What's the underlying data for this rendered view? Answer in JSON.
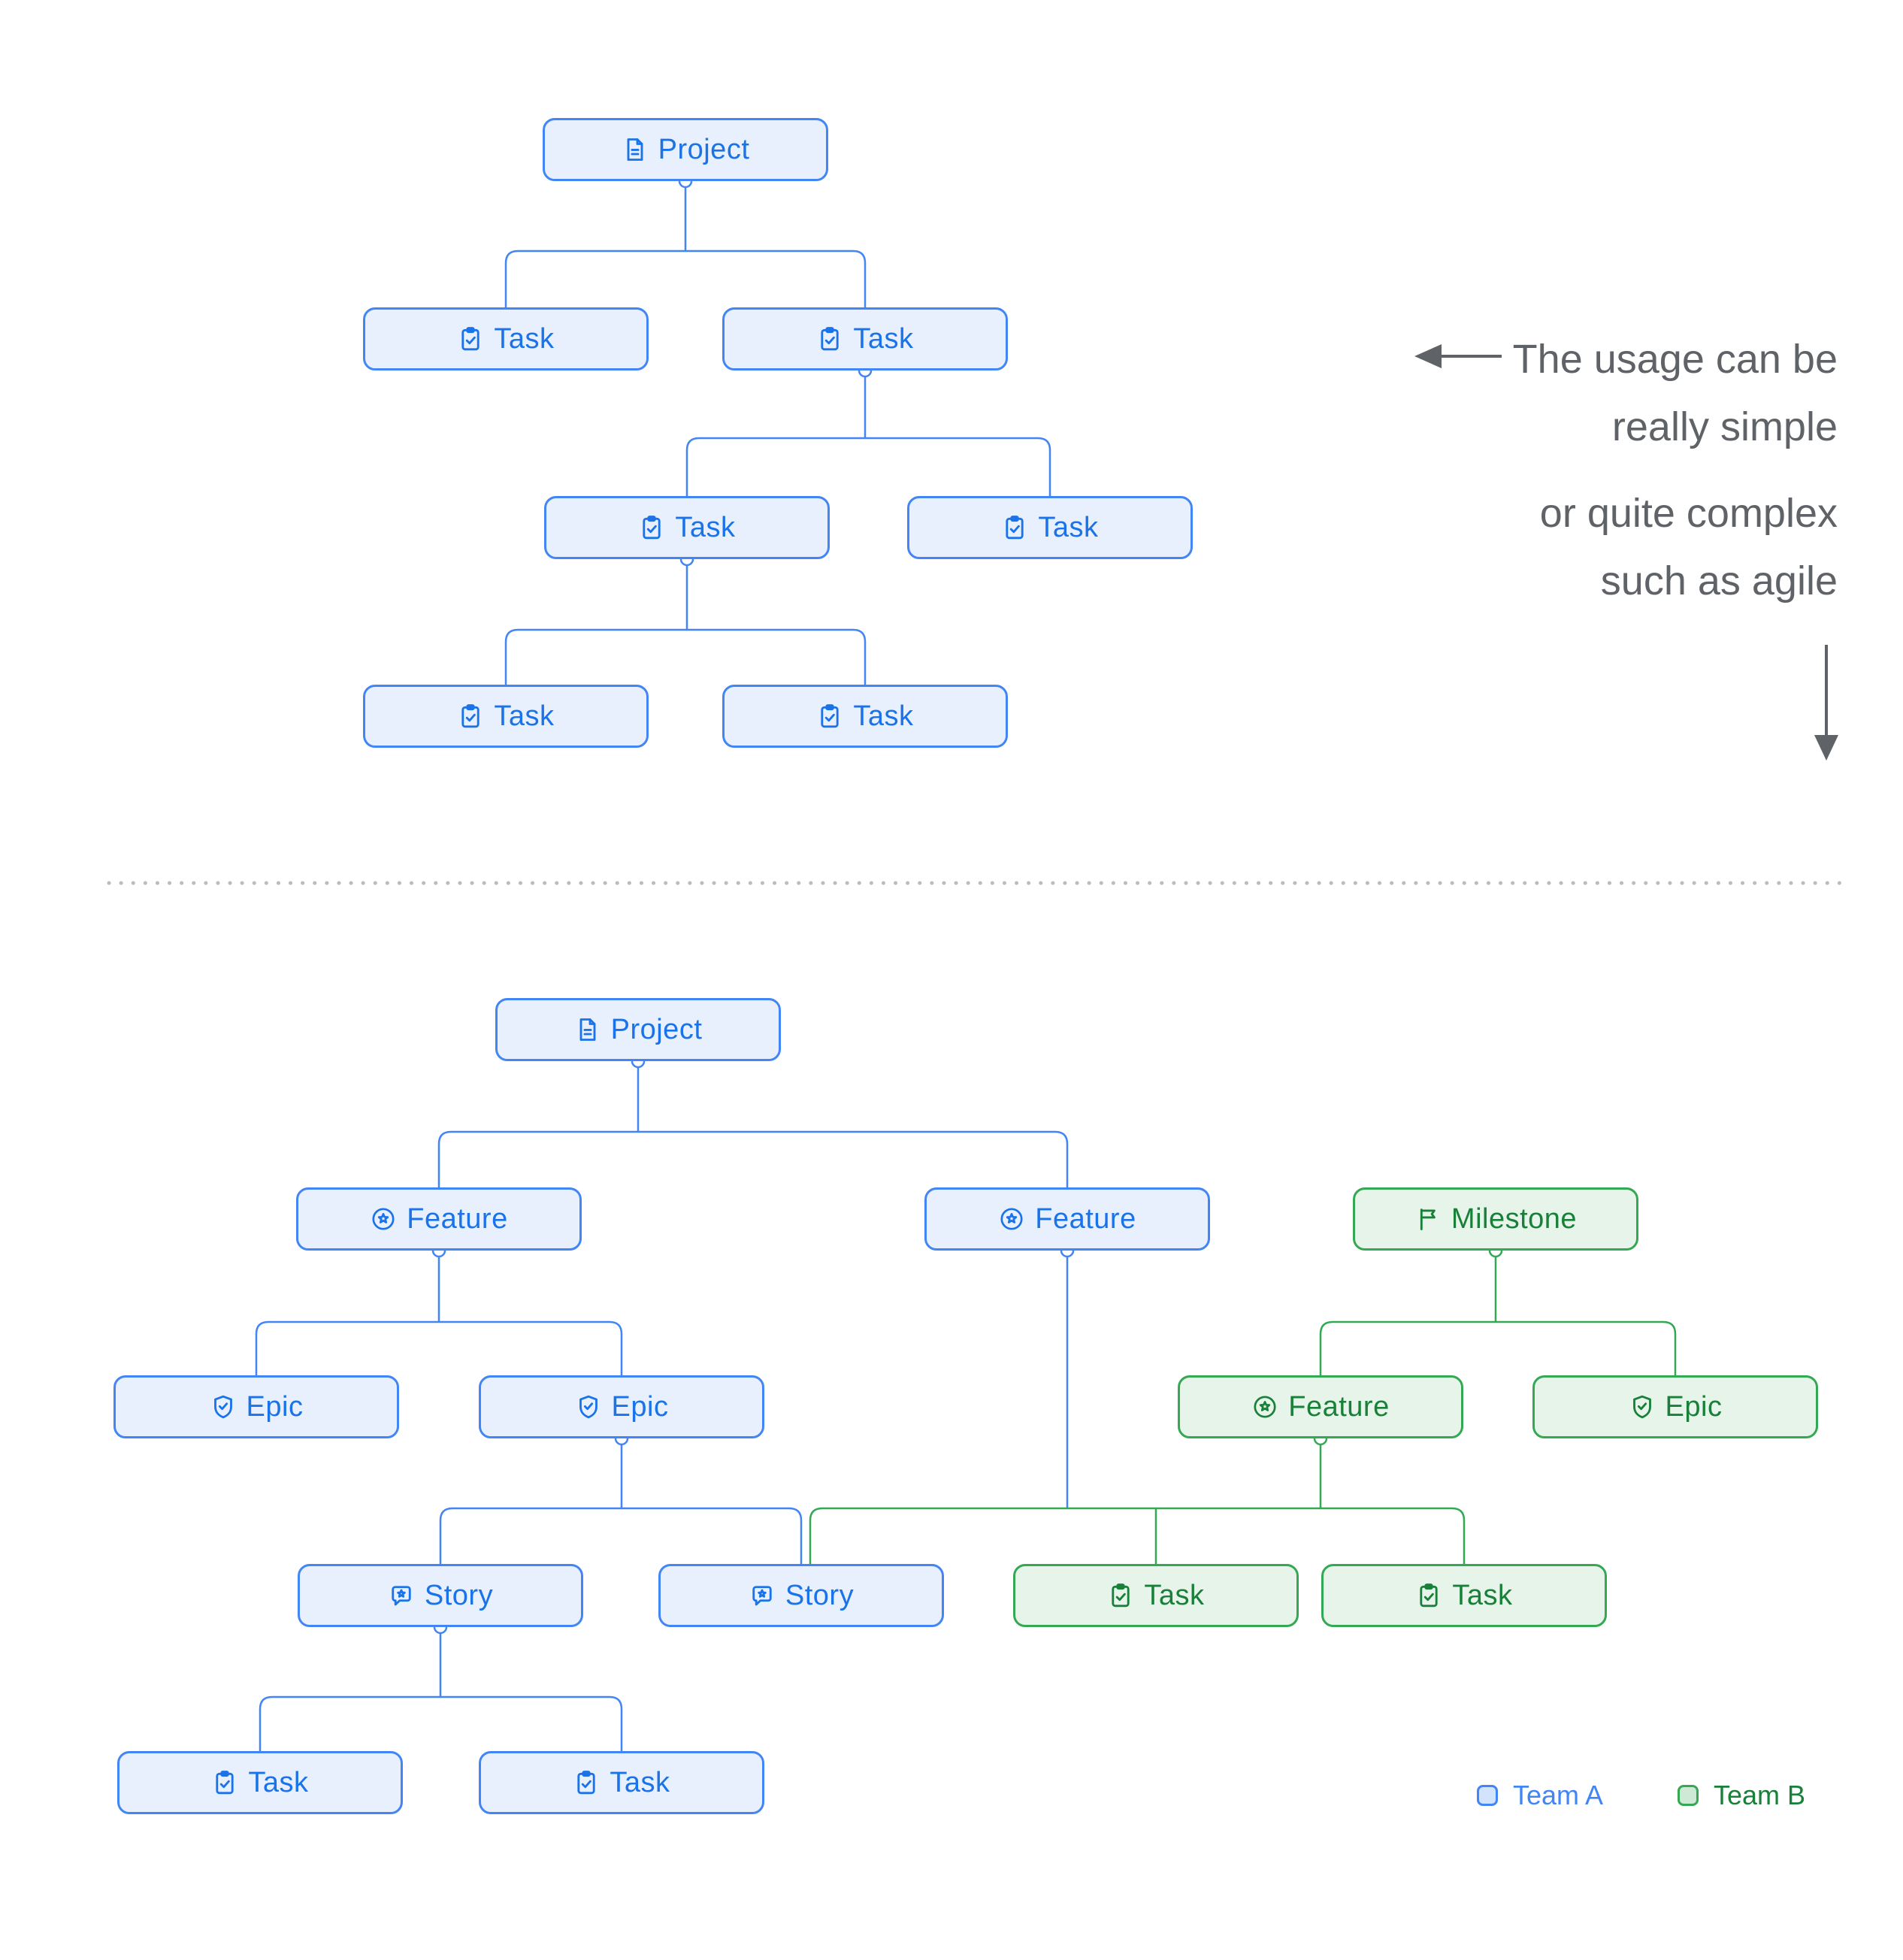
{
  "labels": {
    "project": "Project",
    "task": "Task",
    "feature": "Feature",
    "epic": "Epic",
    "story": "Story",
    "milestone": "Milestone"
  },
  "annotation": {
    "line1": "The usage can be",
    "line2": "really simple",
    "line3": "or quite complex",
    "line4": "such as agile"
  },
  "legend": {
    "team_a_label": "Team A",
    "team_b_label": "Team B"
  },
  "colors": {
    "team_a_border": "#4285f4",
    "team_a_fill": "#e8f0fe",
    "team_a_text": "#1a73e8",
    "team_b_border": "#34a853",
    "team_b_fill": "#e6f4ea",
    "team_b_text": "#188038",
    "annotation_text": "#5f6368",
    "divider_dots": "#b7bdc4"
  },
  "icons": {
    "project": "document-icon",
    "task": "task-check-icon",
    "feature": "feature-star-icon",
    "epic": "epic-shield-icon",
    "story": "story-bubble-icon",
    "milestone": "milestone-flag-icon"
  }
}
